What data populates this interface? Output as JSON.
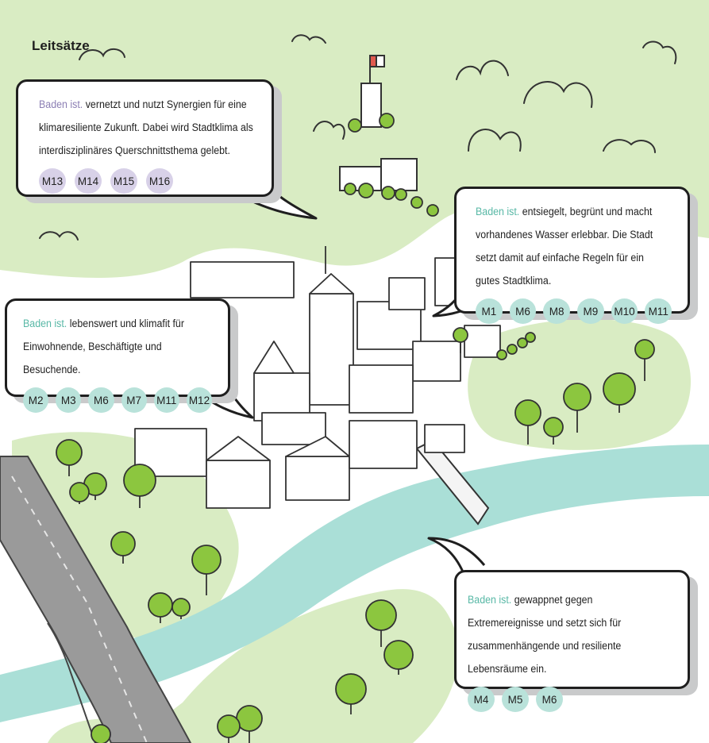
{
  "title": "Leitsätze",
  "bubbles": [
    {
      "id": "purple",
      "lead": "Baden ist.",
      "text": "vernetzt und nutzt Synergien für eine klimaresiliente Zukunft. Dabei wird Stadtklima als interdisziplinäres Querschnittsthema gelebt.",
      "tags": [
        "M13",
        "M14",
        "M15",
        "M16"
      ]
    },
    {
      "id": "entsiegelt",
      "lead": "Baden ist.",
      "text": "entsiegelt, begrünt und macht vorhandenes Wasser erlebbar. Die Stadt setzt damit auf einfache Regeln für ein gutes Stadtklima.",
      "tags": [
        "M1",
        "M6",
        "M8",
        "M9",
        "M10",
        "M11"
      ]
    },
    {
      "id": "lebenswert",
      "lead": "Baden ist.",
      "text": "lebenswert und klimafit für Einwohnende, Beschäftigte und Besuchende.",
      "tags": [
        "M2",
        "M3",
        "M6",
        "M7",
        "M11",
        "M12"
      ]
    },
    {
      "id": "gewappnet",
      "lead": "Baden ist.",
      "text": "gewappnet gegen Extremereignisse und setzt sich für zusammenhängende und resiliente Lebensräume ein.",
      "tags": [
        "M4",
        "M5",
        "M6"
      ]
    }
  ],
  "colors": {
    "green_area": "#d9ecc3",
    "river": "#aadfd7",
    "road": "#9a9a9a",
    "tree": "#8cc63f",
    "purple_lead": "#8c7fb4",
    "teal_lead": "#58b8a6"
  }
}
